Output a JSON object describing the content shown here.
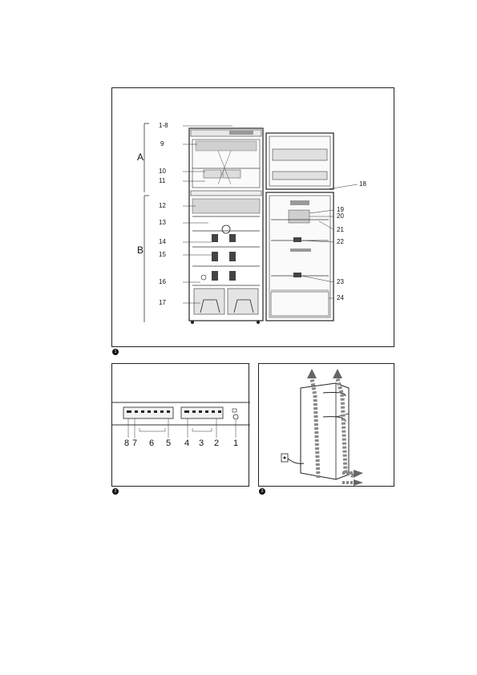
{
  "figure1": {
    "badge": "1",
    "section_labels": [
      "A",
      "B"
    ],
    "callouts": [
      "1-8",
      "9",
      "10",
      "11",
      "12",
      "13",
      "14",
      "15",
      "16",
      "17",
      "18",
      "19",
      "20",
      "21",
      "22",
      "23",
      "24"
    ]
  },
  "figure2": {
    "badge": "2",
    "callouts": [
      "8",
      "7",
      "6",
      "5",
      "4",
      "3",
      "2",
      "1"
    ]
  },
  "figure3": {
    "badge": "3"
  }
}
